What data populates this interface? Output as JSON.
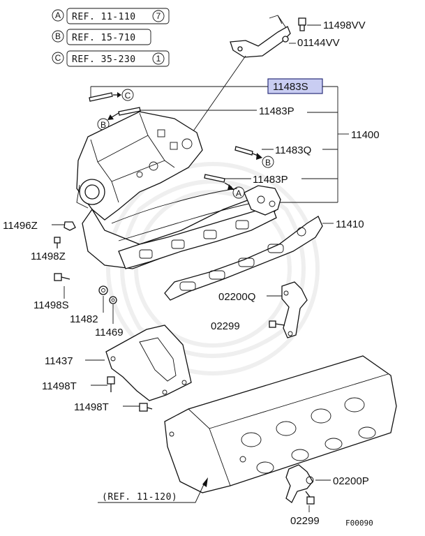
{
  "refs": [
    {
      "letter": "A",
      "text": "REF. 11-110",
      "circ": "7"
    },
    {
      "letter": "B",
      "text": "REF. 15-710",
      "circ": ""
    },
    {
      "letter": "C",
      "text": "REF. 35-230",
      "circ": "1"
    }
  ],
  "callouts": {
    "c_arrow_1": "C",
    "b_arrow_1": "B",
    "b_arrow_2": "B",
    "a_arrow_1": "A"
  },
  "parts": {
    "p11498VV": "11498VV",
    "p01144VV": "01144VV",
    "p11483S": "11483S",
    "p11483P_top": "11483P",
    "p11400": "11400",
    "p11483Q": "11483Q",
    "p11483P_mid": "11483P",
    "p11410": "11410",
    "p11496Z": "11496Z",
    "p11498Z": "11498Z",
    "p11498S": "11498S",
    "p11482": "11482",
    "p11469": "11469",
    "p02200Q": "02200Q",
    "p02299_top": "02299",
    "p11437": "11437",
    "p11498T_1": "11498T",
    "p11498T_2": "11498T",
    "p02200P": "02200P",
    "p02299_bottom": "02299"
  },
  "bottom_ref": "(REF. 11-120)",
  "figure_id": "F00090",
  "colors": {
    "highlight_fill": "#c9cdf2",
    "highlight_stroke": "#2b2f7a",
    "ink": "#111111"
  }
}
